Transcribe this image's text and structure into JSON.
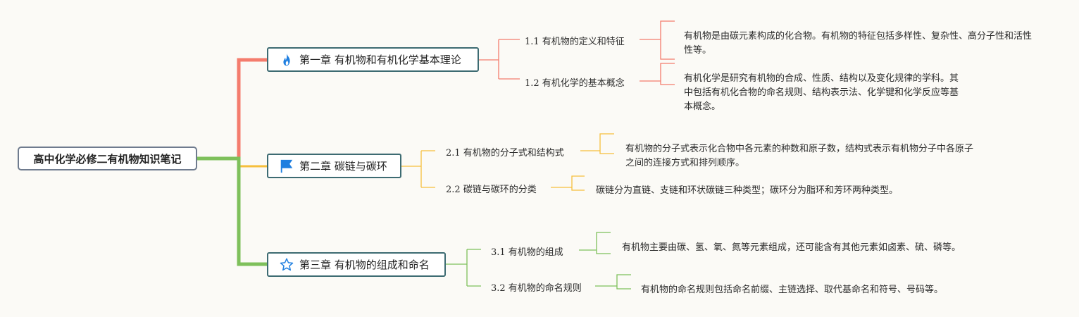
{
  "root": {
    "label": "高中化学必修二有机物知识笔记"
  },
  "colors": {
    "chapter1": "#f47c6d",
    "chapter2": "#f6bf3c",
    "chapter3": "#7ec05b",
    "icon_blue": "#1f7fe0"
  },
  "chapters": [
    {
      "icon": "flame-icon",
      "label": "第一章 有机物和有机化学基本理论",
      "items": [
        {
          "title": "1.1 有机物的定义和特征",
          "text": "有机物是由碳元素构成的化合物。有机物的特征包括多样性、复杂性、高分子性和活性性等。"
        },
        {
          "title": "1.2 有机化学的基本概念",
          "text": "有机化学是研究有机物的合成、性质、结构以及变化规律的学科。其中包括有机化合物的命名规则、结构表示法、化学键和化学反应等基本概念。"
        }
      ]
    },
    {
      "icon": "flag-icon",
      "label": "第二章 碳链与碳环",
      "items": [
        {
          "title": "2.1 有机物的分子式和结构式",
          "text": "有机物的分子式表示化合物中各元素的种数和原子数，结构式表示有机物分子中各原子之间的连接方式和排列顺序。"
        },
        {
          "title": "2.2 碳链与碳环的分类",
          "text": "碳链分为直链、支链和环状碳链三种类型；碳环分为脂环和芳环两种类型。"
        }
      ]
    },
    {
      "icon": "star-icon",
      "label": "第三章 有机物的组成和命名",
      "items": [
        {
          "title": "3.1 有机物的组成",
          "text": "有机物主要由碳、氢、氧、氮等元素组成，还可能含有其他元素如卤素、硫、磷等。"
        },
        {
          "title": "3.2 有机物的命名规则",
          "text": "有机物的命名规则包括命名前缀、主链选择、取代基命名和符号、号码等。"
        }
      ]
    }
  ]
}
